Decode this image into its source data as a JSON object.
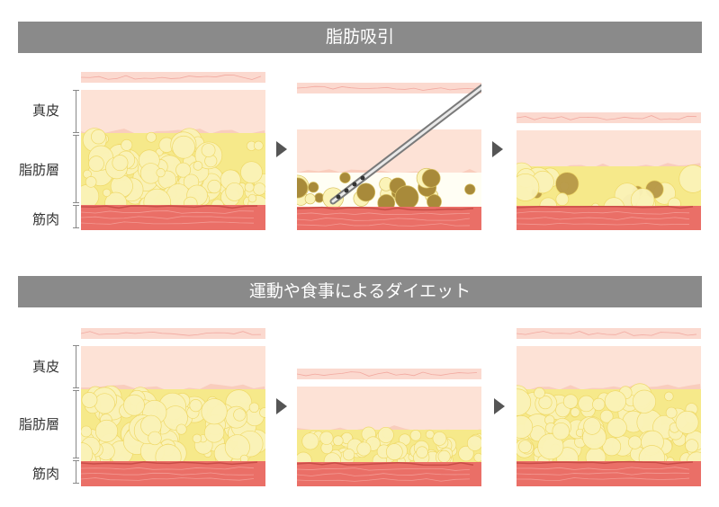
{
  "sections": [
    {
      "title": "脂肪吸引",
      "labels": {
        "dermis": "真皮",
        "fat": "脂肪層",
        "muscle": "筋肉"
      }
    },
    {
      "title": "運動や食事によるダイエット",
      "labels": {
        "dermis": "真皮",
        "fat": "脂肪層",
        "muscle": "筋肉"
      }
    }
  ],
  "colors": {
    "banner": "#8a8a8a",
    "dermis": "#fde2d6",
    "fat": "#f6e98a",
    "fat_cell": "#fbf3b8",
    "removed_fat": "#a88a3a",
    "muscle": "#ea6f67",
    "arrow": "#555555"
  },
  "icons": [
    "cannula-icon",
    "arrow-right-icon"
  ]
}
